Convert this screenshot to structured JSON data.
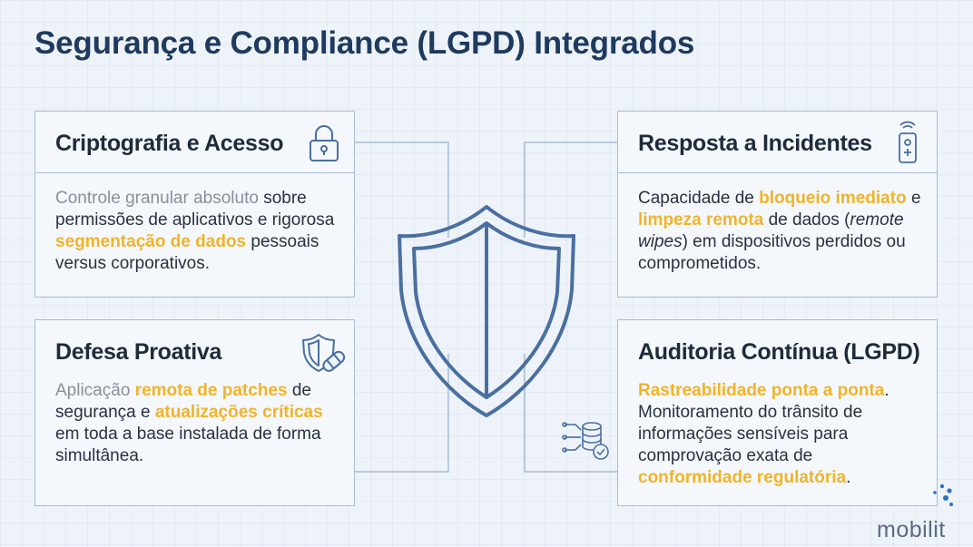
{
  "title": "Segurança e Compliance (LGPD) Integrados",
  "cards": {
    "crypto": {
      "title": "Criptografia e Acesso",
      "icon": "padlock-icon",
      "body": [
        {
          "t": "Controle granular absoluto",
          "s": "muted"
        },
        {
          "t": " sobre permissões de aplicativos e rigorosa ",
          "s": ""
        },
        {
          "t": "segmentação de dados",
          "s": "hl"
        },
        {
          "t": " pessoais versus corporativos.",
          "s": ""
        }
      ]
    },
    "incident": {
      "title": "Resposta a Incidentes",
      "icon": "mobile-remote-icon",
      "body": [
        {
          "t": "Capacidade de ",
          "s": ""
        },
        {
          "t": "bloqueio imediato",
          "s": "hl"
        },
        {
          "t": " e ",
          "s": ""
        },
        {
          "t": "limpeza remota",
          "s": "hl"
        },
        {
          "t": " de dados (",
          "s": ""
        },
        {
          "t": "remote wipes",
          "s": "it"
        },
        {
          "t": ") em dispositivos perdidos ou comprometidos.",
          "s": ""
        }
      ]
    },
    "defense": {
      "title": "Defesa Proativa",
      "icon": "shield-patch-icon",
      "body": [
        {
          "t": "Aplicação ",
          "s": "muted"
        },
        {
          "t": "remota de patches",
          "s": "hl"
        },
        {
          "t": " de segurança e ",
          "s": ""
        },
        {
          "t": "atualizações críticas",
          "s": "hl"
        },
        {
          "t": " em toda a base instalada de forma simultânea.",
          "s": ""
        }
      ]
    },
    "audit": {
      "title": "Auditoria Contínua (LGPD)",
      "icon": "database-check-icon",
      "body": [
        {
          "t": "Rastreabilidade ponta a ponta",
          "s": "hl"
        },
        {
          "t": ". Monitoramento do trânsito de informações sensíveis para comprovação exata de ",
          "s": ""
        },
        {
          "t": "conformidade regulatória",
          "s": "hl"
        },
        {
          "t": ".",
          "s": ""
        }
      ]
    }
  },
  "center_icon": "shield-icon",
  "logo": "mobilit",
  "colors": {
    "accent": "#f0b429",
    "title": "#1e3a5f",
    "line": "#4a6fa0",
    "border": "#a9bbd2"
  }
}
